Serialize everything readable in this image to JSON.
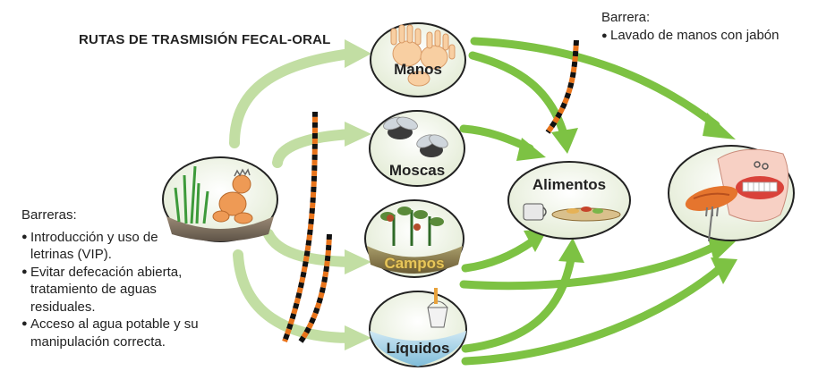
{
  "title": "RUTAS DE TRASMISIÓN FECAL-ORAL",
  "nodes": {
    "manos": "Manos",
    "moscas": "Moscas",
    "campos": "Campos",
    "liquidos": "Líquidos",
    "alimentos": "Alimentos"
  },
  "barrier_top": {
    "heading": "Barrera:",
    "items": [
      "Lavado de manos con jabón"
    ]
  },
  "barrier_left": {
    "heading": "Barreras:",
    "items": [
      "Introducción y uso de letrinas (VIP).",
      "Evitar defecación abierta, tratamiento de aguas residuales.",
      "Acceso al agua potable y su manipulación correcta."
    ]
  },
  "colors": {
    "arrow_light": "#bcd99a",
    "arrow_green": "#7cc242",
    "barrier_dash_a": "#111111",
    "barrier_dash_b": "#e8731a",
    "node_fill": "#eef3e2",
    "node_stroke": "#222222"
  }
}
